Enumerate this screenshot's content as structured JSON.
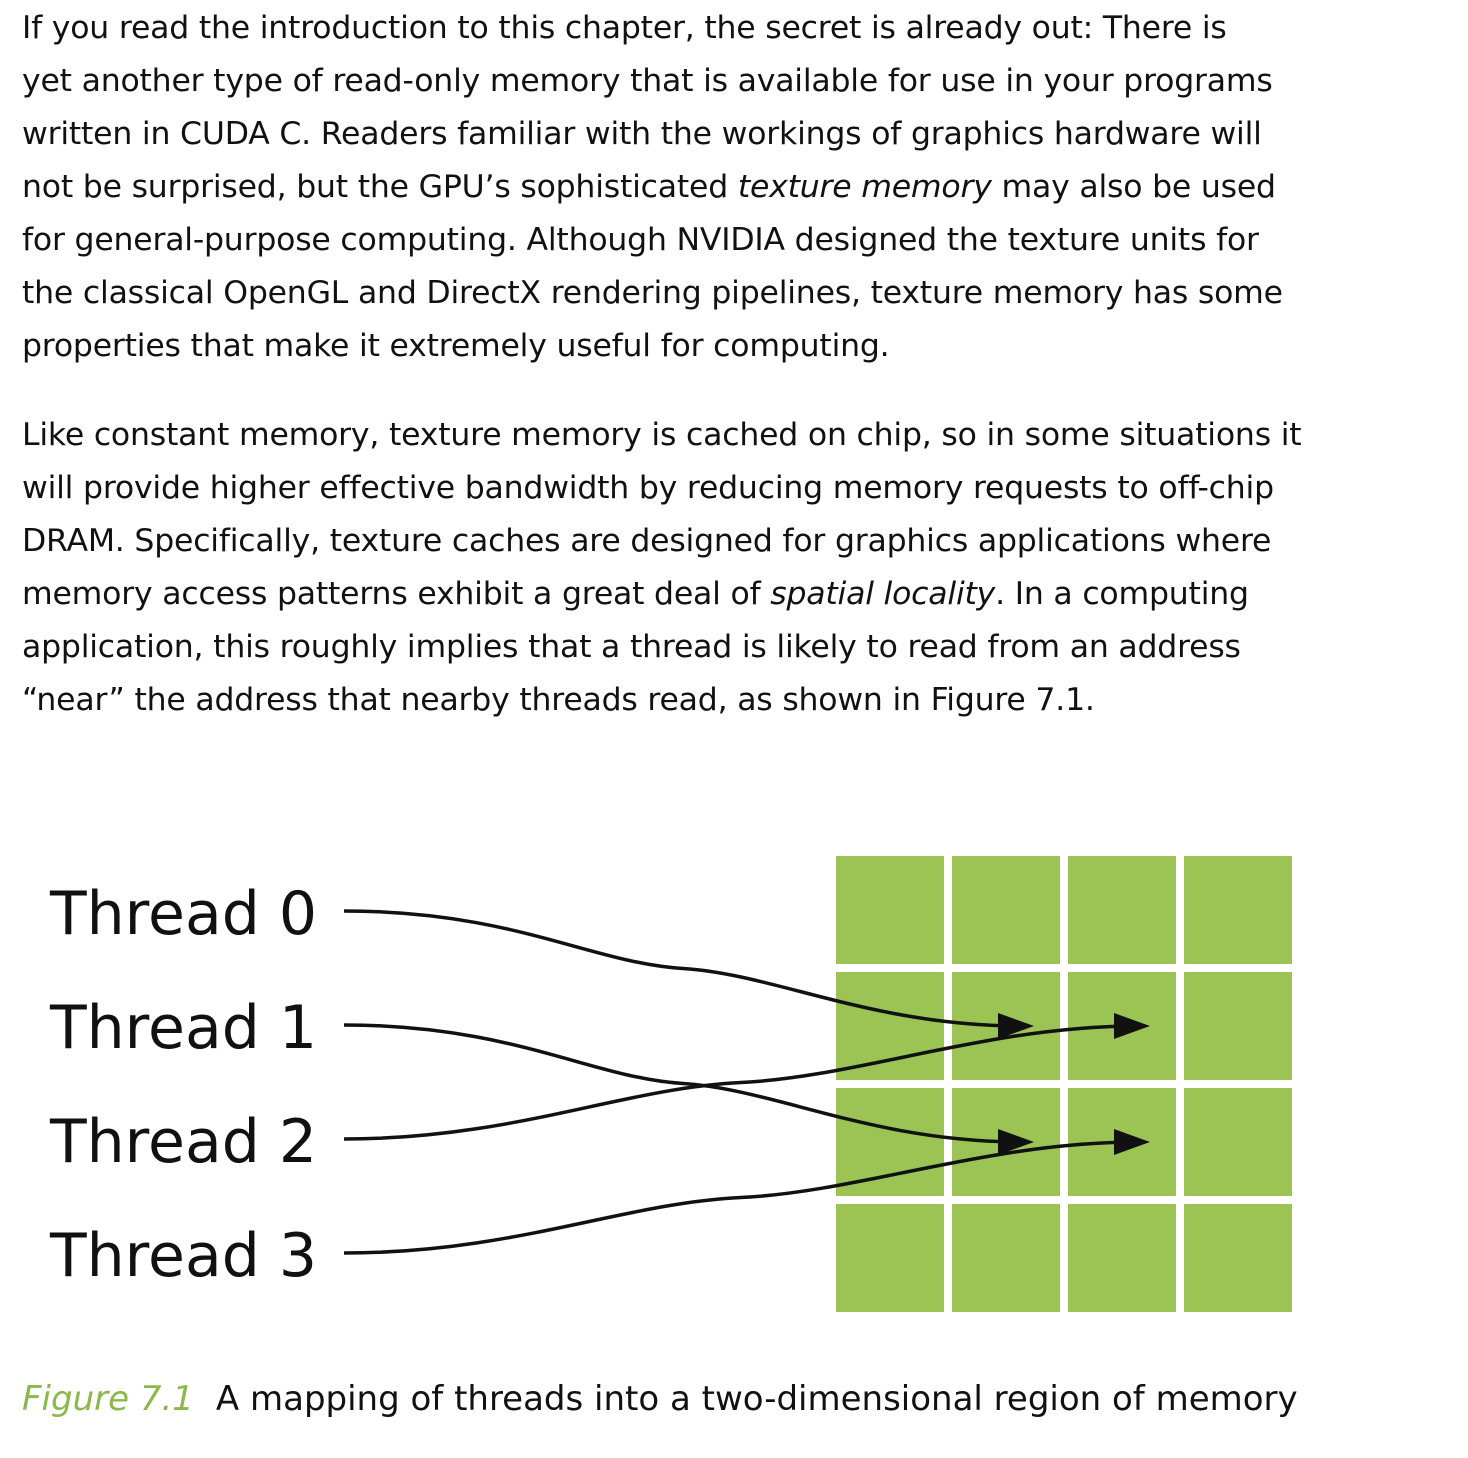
{
  "paragraph1": {
    "lines": [
      "If you read the introduction to this chapter, the secret is already out: There is",
      "yet another type of read-only memory that is available for use in your programs",
      "written in CUDA C. Readers familiar with the workings of graphics hardware will",
      [
        "not be surprised, but the GPU’s sophisticated ",
        "texture memory",
        " may also be used"
      ],
      "for general-purpose computing. Although NVIDIA designed the texture units for",
      "the classical OpenGL and DirectX rendering pipelines, texture memory has some",
      "properties that make it extremely useful for computing."
    ]
  },
  "paragraph2": {
    "lines": [
      "Like constant memory, texture memory is cached on chip, so in some situations it",
      "will provide higher effective bandwidth by reducing memory requests to off-chip",
      "DRAM. Specifically, texture caches are designed for graphics applications where",
      [
        "memory access patterns exhibit a great deal of ",
        "spatial locality",
        ". In a computing"
      ],
      "application, this roughly implies that a thread is likely to read from an address",
      "“near” the address that nearby threads read, as shown in Figure 7.1."
    ]
  },
  "figure": {
    "threads": [
      "Thread 0",
      "Thread 1",
      "Thread 2",
      "Thread 3"
    ],
    "grid": {
      "rows": 4,
      "cols": 4
    },
    "mapping": [
      {
        "thread": 0,
        "row": 1,
        "col": 1
      },
      {
        "thread": 1,
        "row": 2,
        "col": 1
      },
      {
        "thread": 2,
        "row": 1,
        "col": 2
      },
      {
        "thread": 3,
        "row": 2,
        "col": 2
      }
    ],
    "colors": {
      "cell": "#9bc454",
      "line": "#111111"
    }
  },
  "caption": {
    "label": "Figure 7.1",
    "text": "A mapping of threads into a two-dimensional region of memory"
  }
}
